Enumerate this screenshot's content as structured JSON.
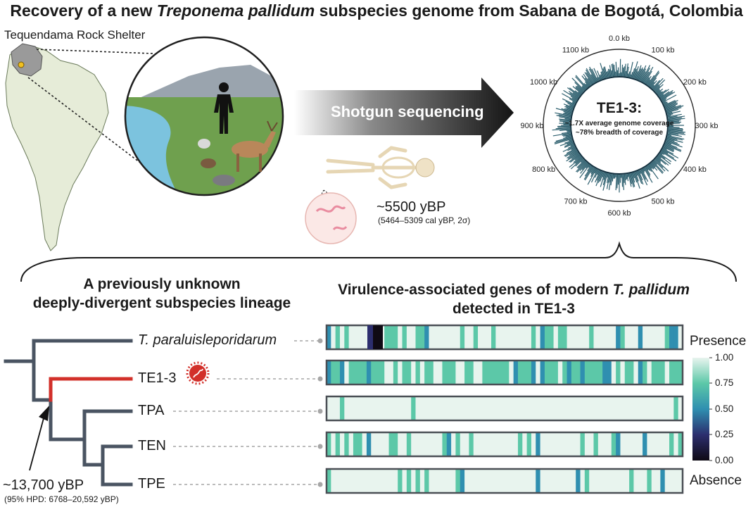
{
  "title": {
    "prefix": "Recovery of a new ",
    "italic": "Treponema pallidum",
    "suffix": " subspecies genome from Sabana de Bogotá, Colombia"
  },
  "map": {
    "site_label": "Tequendama Rock Shelter"
  },
  "arrow": {
    "label": "Shotgun sequencing"
  },
  "sample": {
    "age": "~5500 yBP",
    "calibration": "(5464–5309 cal yBP, 2σ)"
  },
  "genome": {
    "name": "TE1-3:",
    "coverage": "~1.7X average genome coverage",
    "breadth": "~78% breadth of coverage",
    "ring_labels": [
      "0.0 kb",
      "100 kb",
      "200 kb",
      "300 kb",
      "400 kb",
      "500 kb",
      "600 kb",
      "700 kb",
      "800 kb",
      "900 kb",
      "1000 kb",
      "1100 kb"
    ]
  },
  "tree": {
    "heading_line1": "A previously unknown",
    "heading_line2": "deeply-divergent subspecies lineage",
    "taxa": [
      "T. paraluisleporidarum",
      "TE1-3",
      "TPA",
      "TEN",
      "TPE"
    ],
    "root_age": "~13,700 yBP",
    "root_hpd": "(95% HPD: 6768–20,592 yBP)",
    "colors": {
      "branch": "#4a5462",
      "new_branch": "#d2302a"
    }
  },
  "heatmap": {
    "heading_line1_prefix": "Virulence-associated genes of modern ",
    "heading_line1_italic": "T. pallidum",
    "heading_line2": "detected in TE1-3",
    "legend_top": "Presence",
    "legend_bottom": "Absence",
    "legend_ticks": [
      "1.00",
      "0.75",
      "0.50",
      "0.25",
      "0.00"
    ],
    "colors": [
      "#e8f4ee",
      "#5cc8a8",
      "#2f8fb0",
      "#2c2e6e",
      "#0f0a14"
    ]
  }
}
